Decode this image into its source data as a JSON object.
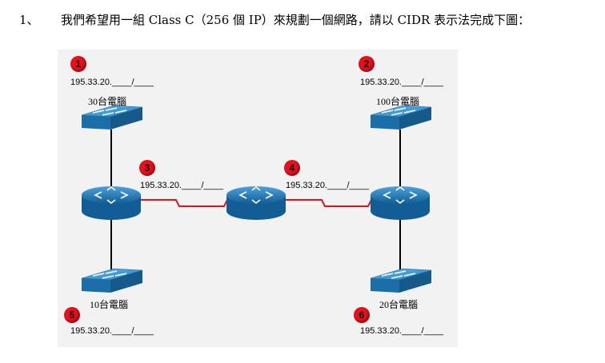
{
  "question": {
    "number": "1、",
    "text": "我們希望用一組 Class C（256 個 IP）來規劃一個網路，請以 CIDR 表示法完成下圖："
  },
  "diagram": {
    "badges": [
      "1",
      "2",
      "3",
      "4",
      "5",
      "6"
    ],
    "ip_labels": {
      "n1": "195.33.20.____/____",
      "n2": "195.33.20.____/____",
      "n3": "195.33.20.____/____",
      "n4": "195.33.20.____/____",
      "n5": "195.33.20.____/____",
      "n6": "195.33.20.____/____"
    },
    "pc_labels": {
      "top_left": "30台電腦",
      "top_right": "100台電腦",
      "bottom_left": "10台電腦",
      "bottom_right": "20台電腦"
    },
    "colors": {
      "device_blue": "#1e7fbf",
      "wan_link": "#d9141c",
      "lan_link": "#000000",
      "badge": "#e8101a"
    }
  }
}
